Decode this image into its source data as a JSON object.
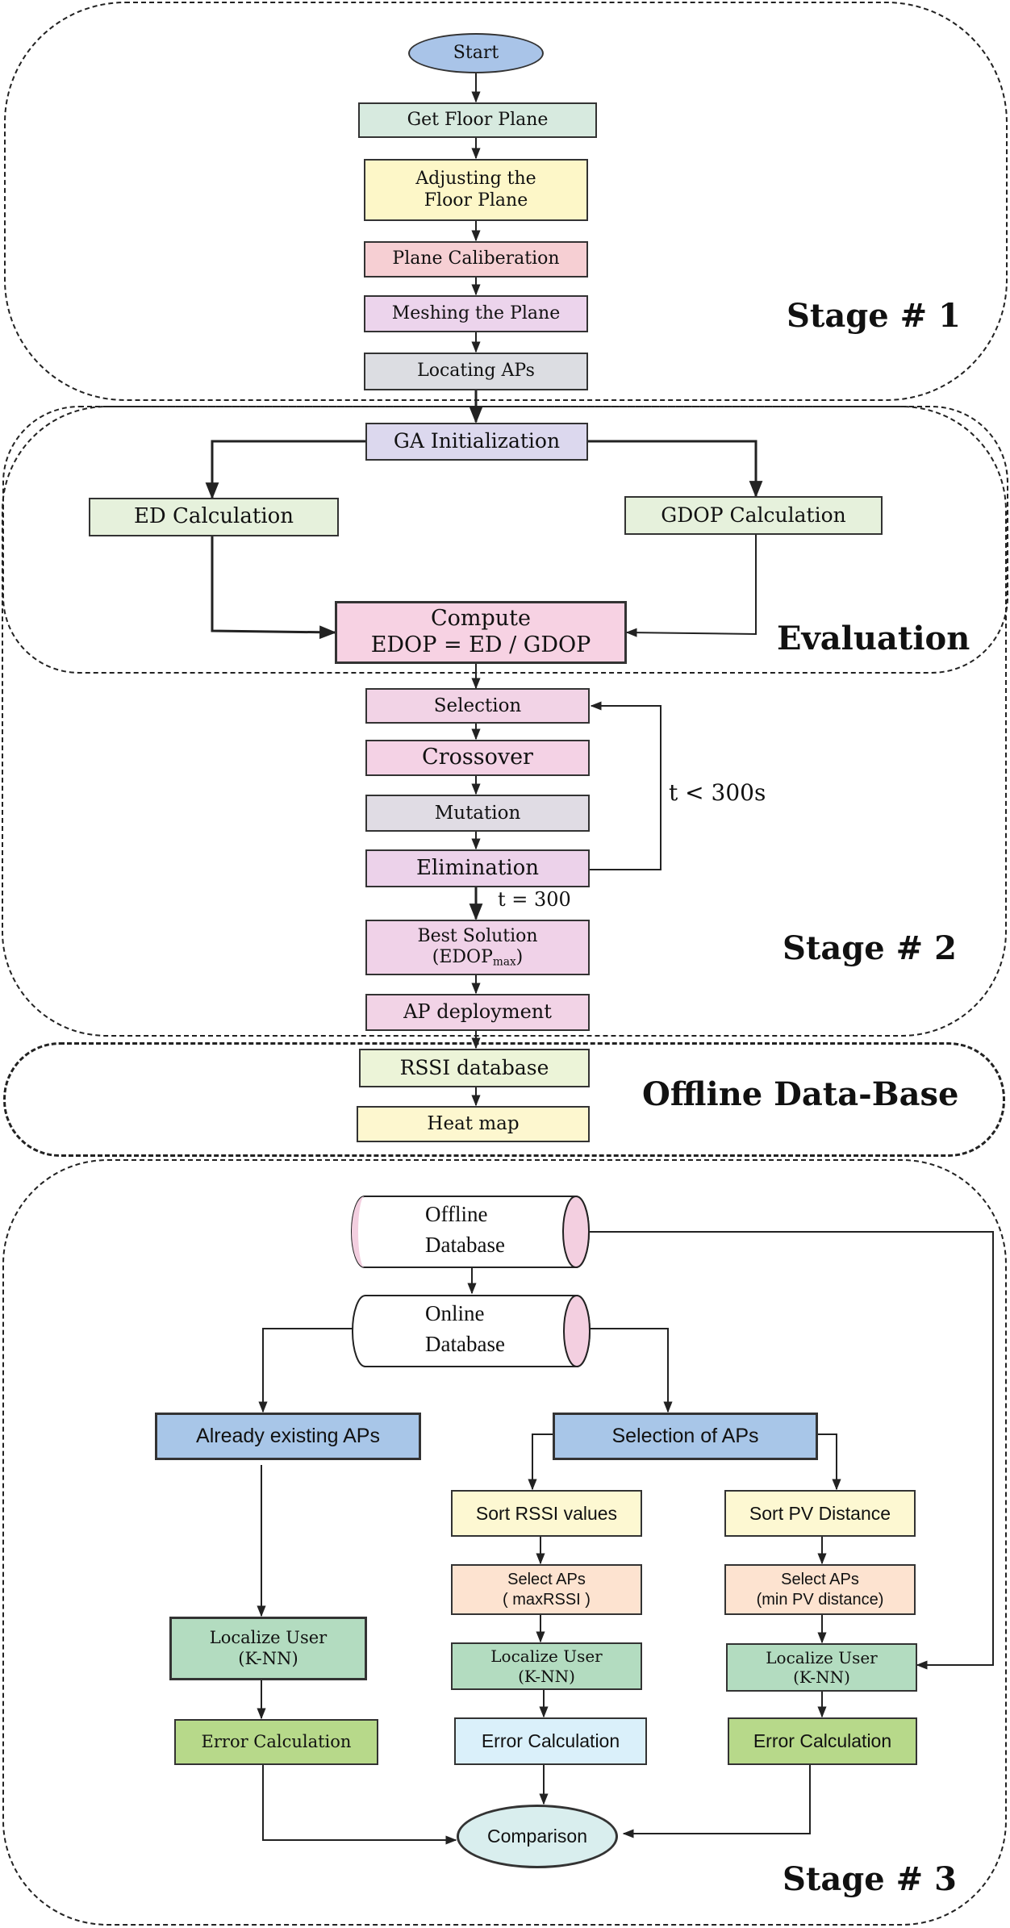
{
  "regions": {
    "stage1": "Stage # 1",
    "evaluation": "Evaluation",
    "stage2": "Stage # 2",
    "offline_db": "Offline Data-Base",
    "stage3": "Stage # 3"
  },
  "nodes": {
    "start": "Start",
    "get_floor_plane": "Get Floor Plane",
    "adjusting_floor_plane": "Adjusting the Floor Plane",
    "plane_calibration": "Plane Caliberation",
    "meshing_plane": "Meshing the Plane",
    "locating_aps": "Locating APs",
    "ga_initialization": "GA Initialization",
    "ed_calculation": "ED Calculation",
    "gdop_calculation": "GDOP Calculation",
    "compute_line1": "Compute",
    "compute_line2": "EDOP = ED / GDOP",
    "selection": "Selection",
    "crossover": "Crossover",
    "mutation": "Mutation",
    "elimination": "Elimination",
    "best_solution_line1": "Best Solution",
    "best_solution_line2_main": "EDOP",
    "best_solution_line2_sub": "max",
    "ap_deployment": "AP deployment",
    "rssi_database": "RSSI database",
    "heat_map": "Heat map",
    "offline_database_line1": "Offline",
    "offline_database_line2": "Database",
    "online_database_line1": "Online",
    "online_database_line2": "Database",
    "already_existing_aps": "Already existing APs",
    "selection_of_aps": "Selection of APs",
    "sort_rssi_values": "Sort RSSI values",
    "sort_pv_distance": "Sort PV Distance",
    "select_aps_rssi_line1": "Select APs",
    "select_aps_rssi_line2": "( maxRSSI )",
    "select_aps_pv_line1": "Select APs",
    "select_aps_pv_line2": "(min PV distance)",
    "localize_user_line1": "Localize User",
    "localize_user_line2": "(K-NN)",
    "error_calculation": "Error Calculation",
    "comparison": "Comparison"
  },
  "edge_labels": {
    "loop": "t < 300s",
    "exit": "t = 300"
  },
  "colors": {
    "start": "#a9c4e8",
    "get_floor_plane": "#d7eadf",
    "adjusting": "#fdf7c8",
    "calibration": "#f6cfd3",
    "meshing": "#ecd4ec",
    "locating": "#dcdde2",
    "ga_init": "#dcd8ee",
    "ed_gdop": "#e6f1dc",
    "compute": "#f7d2e3",
    "selection": "#f2d3e6",
    "crossover": "#f4d2e5",
    "mutation": "#e0dce4",
    "elimination": "#ecd2ea",
    "best": "#f0d2e8",
    "ap_deploy": "#f2d3e6",
    "rssi_db": "#ecf4d8",
    "heat_map": "#fdf7cf",
    "aps_blue": "#a8c6e8",
    "sort_yellow": "#fdf8d2",
    "select_peach": "#fde3d0",
    "localize_green": "#b3dcc0",
    "error_green": "#b7d98a",
    "error_blue": "#daf0fa",
    "comparison": "#d9eeee",
    "cyl_pink": "#f3cfe0"
  }
}
